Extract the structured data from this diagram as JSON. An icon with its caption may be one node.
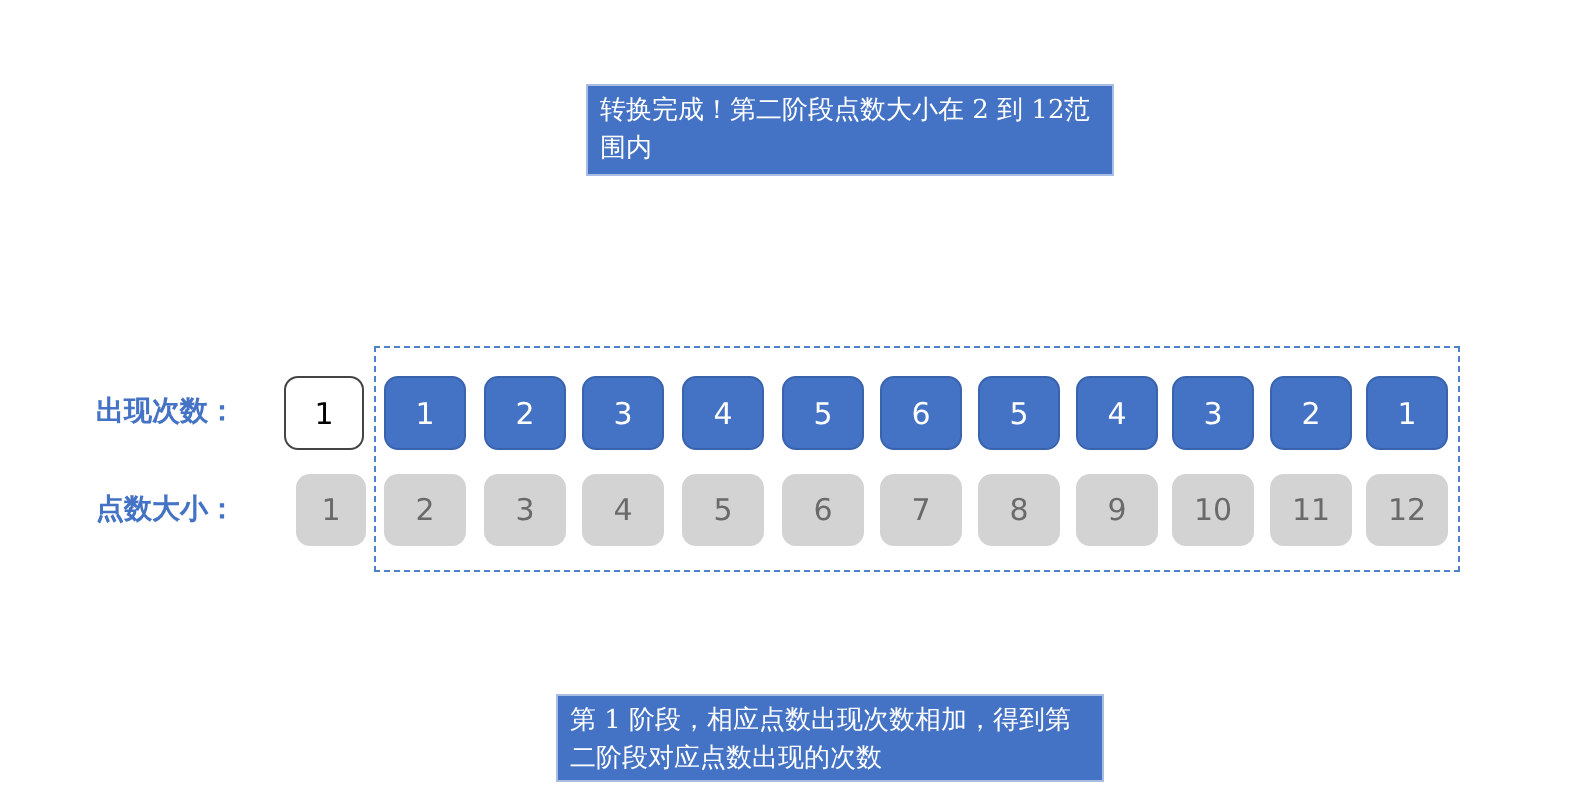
{
  "diagram": {
    "nodes": [
      {
        "text": [
          "转换完成！第二阶段点数大小在 2 到 12范围内"
        ]
      },
      {
        "text": [],
        "shape": "box"
      },
      {
        "text": [
          "1"
        ]
      },
      {
        "text": [
          "1"
        ],
        "in": 1
      },
      {
        "text": [
          "2"
        ],
        "in": 1
      },
      {
        "text": [
          "3"
        ],
        "in": 1
      },
      {
        "text": [
          "4"
        ],
        "in": 1
      },
      {
        "text": [
          "5"
        ],
        "in": 1
      },
      {
        "text": [
          "6"
        ],
        "in": 1
      },
      {
        "text": [
          "5"
        ],
        "in": 1
      },
      {
        "text": [
          "4"
        ],
        "in": 1
      },
      {
        "text": [
          "3"
        ],
        "in": 1
      },
      {
        "text": [
          "2"
        ],
        "in": 1
      },
      {
        "text": [
          "1"
        ],
        "in": 1
      },
      {
        "text": [
          "1"
        ]
      },
      {
        "text": [
          "2"
        ],
        "in": 1
      },
      {
        "text": [
          "3"
        ],
        "in": 1
      },
      {
        "text": [
          "4"
        ],
        "in": 1
      },
      {
        "text": [
          "5"
        ],
        "in": 1
      },
      {
        "text": [
          "6"
        ],
        "in": 1
      },
      {
        "text": [
          "7"
        ],
        "in": 1
      },
      {
        "text": [
          "8"
        ],
        "in": 1
      },
      {
        "text": [
          "9"
        ],
        "in": 1
      },
      {
        "text": [
          "10"
        ],
        "in": 1
      },
      {
        "text": [
          "11"
        ],
        "in": 1
      },
      {
        "text": [
          "12"
        ],
        "in": 1
      },
      {
        "text": [
          "第 1 阶段，相应点数出现次数相加，得到第二阶段对应点数出现的次数"
        ]
      }
    ],
    "labels": [
      "出现次数：",
      "点数大小："
    ]
  }
}
